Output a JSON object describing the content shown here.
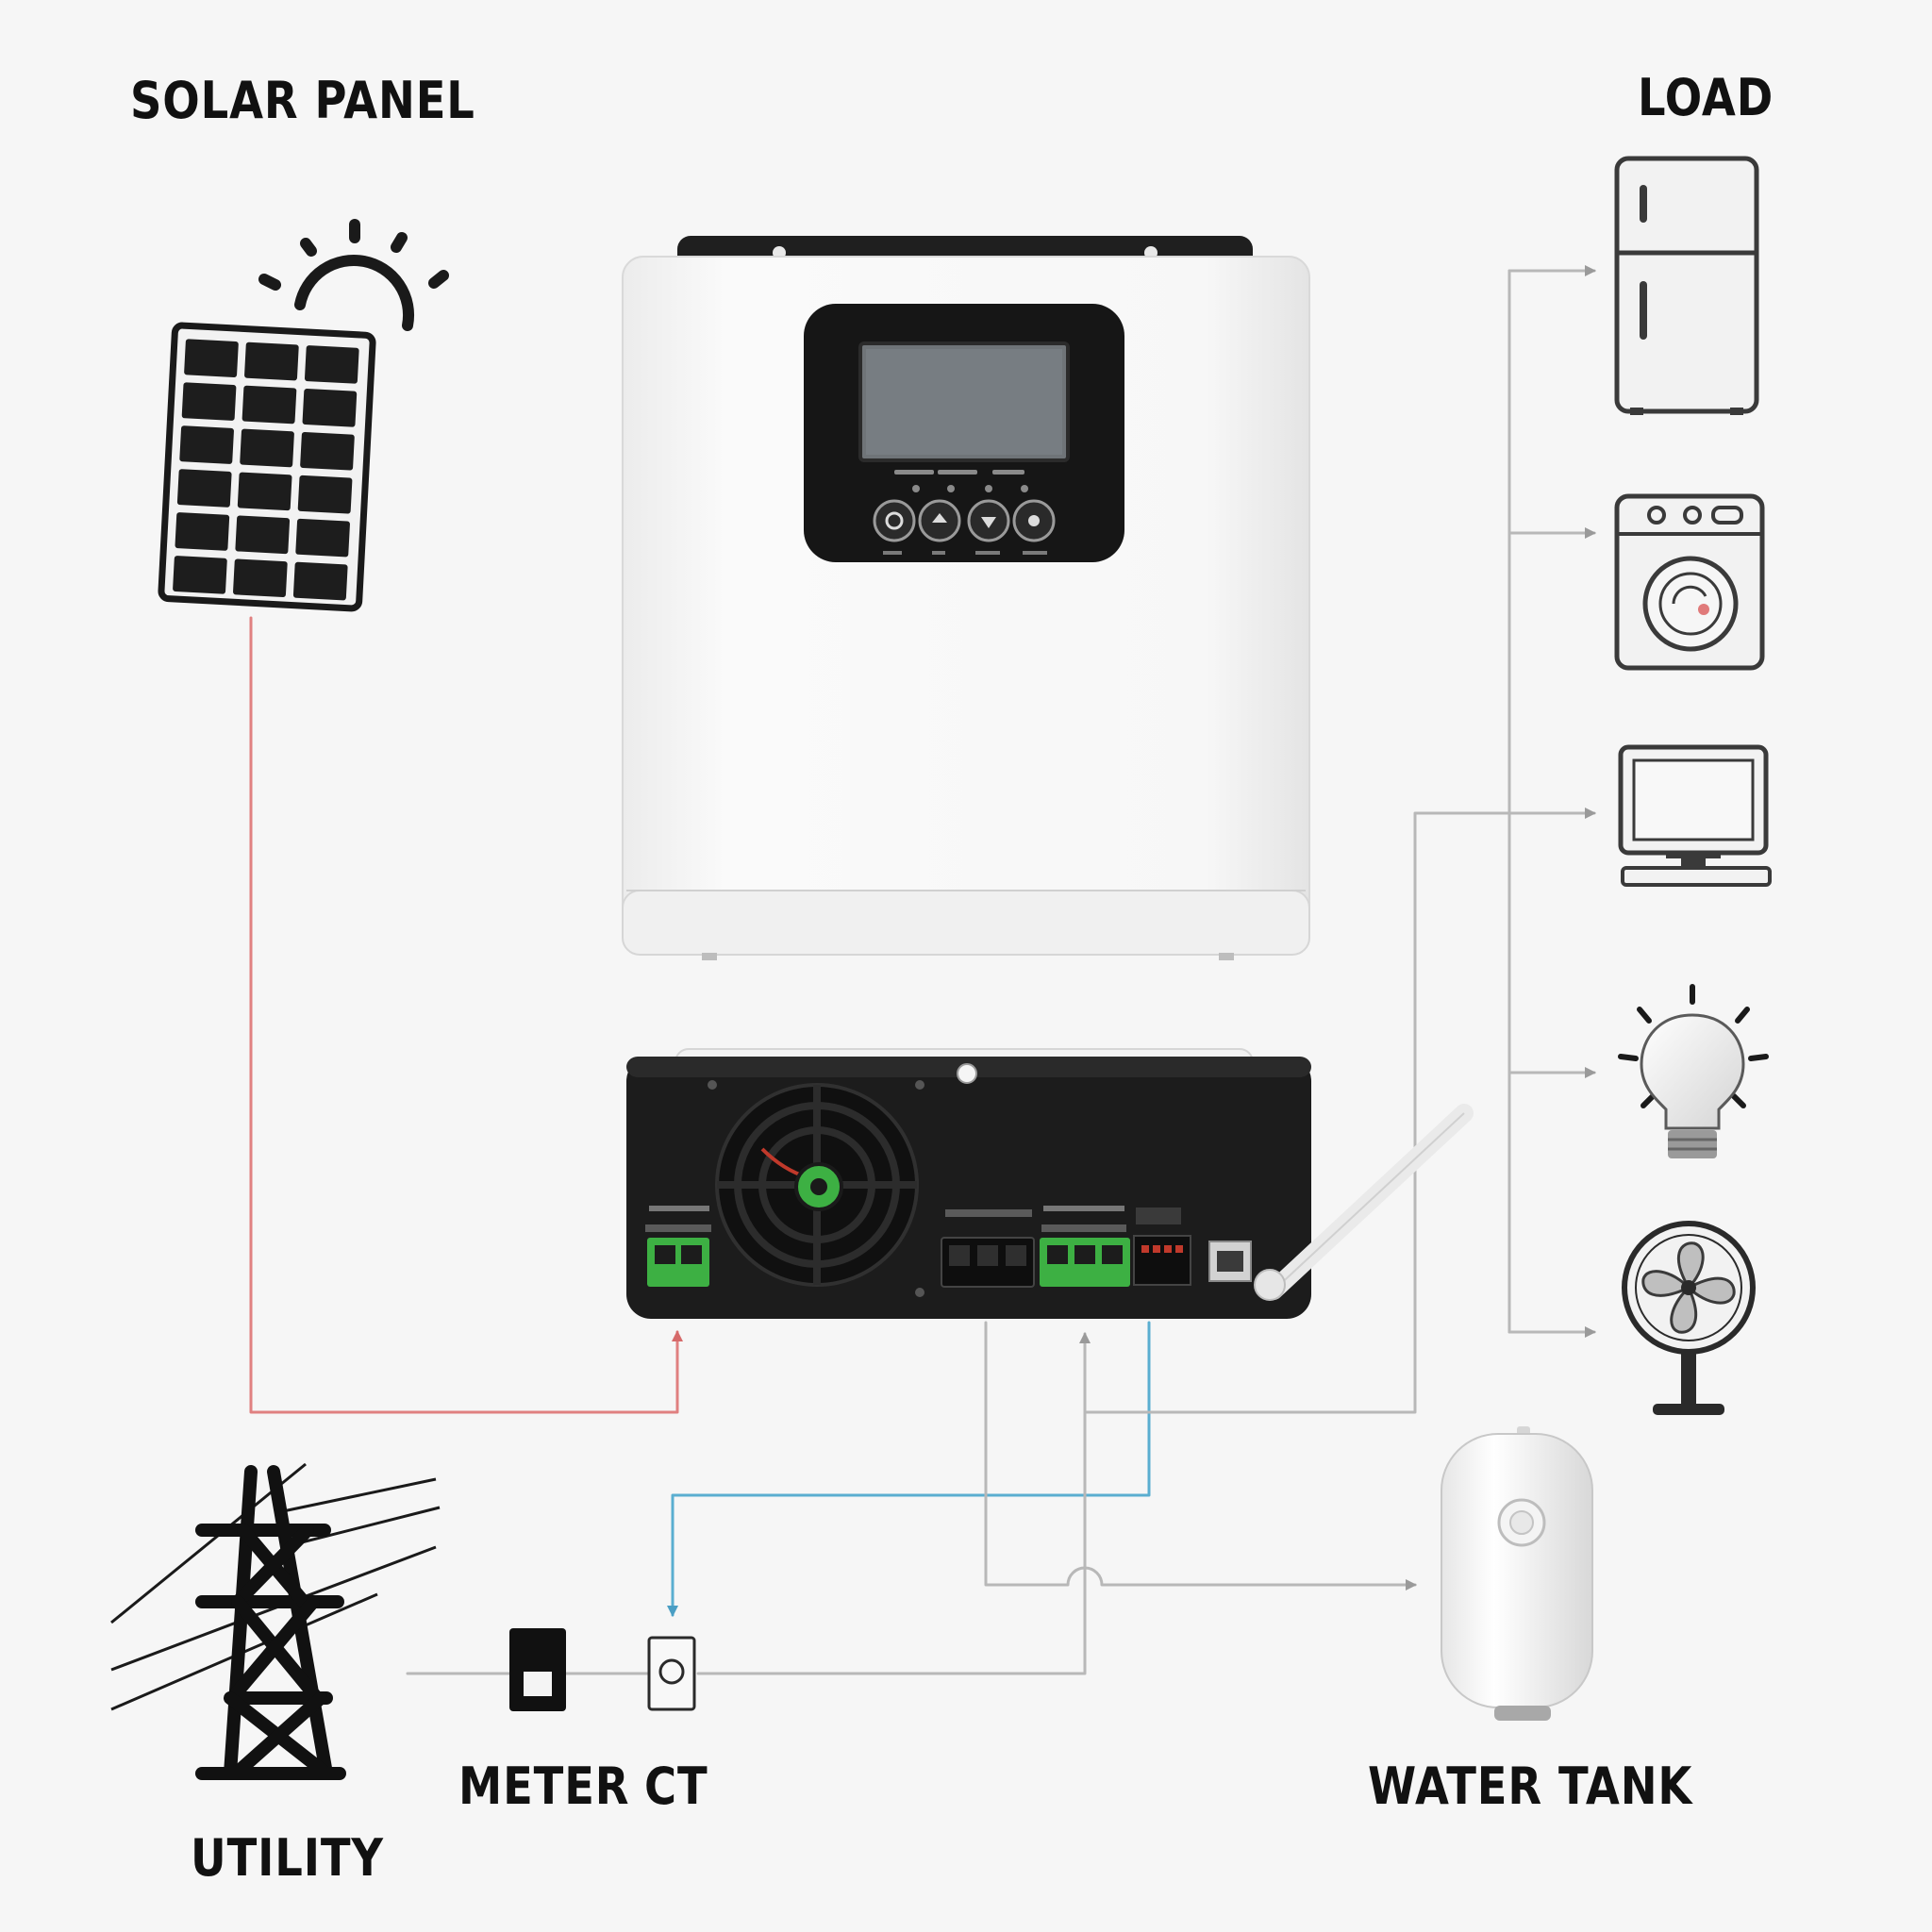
{
  "labels": {
    "solar_panel": "SOLAR PANEL",
    "load": "LOAD",
    "utility": "UTILITY",
    "meter": "METER",
    "ct": "CT",
    "water_tank": "WATER TANK"
  },
  "colors": {
    "pv_wire": "#e08080",
    "ct_wire": "#5aaed0",
    "ac_wire": "#b8b8b8",
    "terminal_green": "#3db043",
    "inverter_body": "#f4f4f4",
    "inverter_bottom": "#1c1c1c",
    "lcd_screen": "#6f7478"
  },
  "icons": {
    "solar": "solar-panel-icon",
    "sun": "sun-icon",
    "fridge": "refrigerator-icon",
    "washer": "washing-machine-icon",
    "computer": "computer-monitor-icon",
    "bulb": "light-bulb-icon",
    "fan": "electric-fan-icon",
    "tank": "water-heater-tank-icon",
    "tower": "power-tower-icon",
    "meter": "electric-meter-icon",
    "ct": "current-transformer-icon"
  }
}
